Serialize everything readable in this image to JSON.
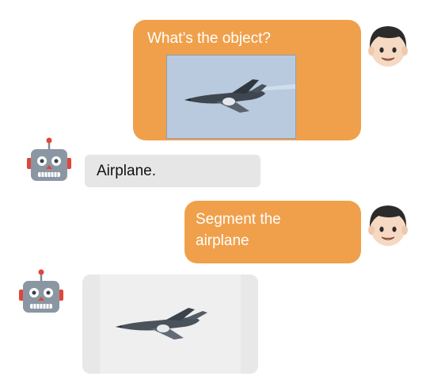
{
  "chat": {
    "messages": [
      {
        "sender": "user",
        "text": "What’s the object?",
        "image": "fighter-jet-photo"
      },
      {
        "sender": "bot",
        "text": "Airplane."
      },
      {
        "sender": "user",
        "text": "Segment the airplane"
      },
      {
        "sender": "bot",
        "image": "segmented-airplane-mask"
      }
    ]
  },
  "icons": {
    "user_avatar": "boy-face-icon",
    "bot_avatar": "robot-face-icon"
  },
  "colors": {
    "user_bubble": "#f0a04b",
    "bot_bubble": "#e6e6e6",
    "photo_sky": "#b8c9df",
    "robot_body": "#8a97a3",
    "robot_accent": "#e0463a"
  }
}
